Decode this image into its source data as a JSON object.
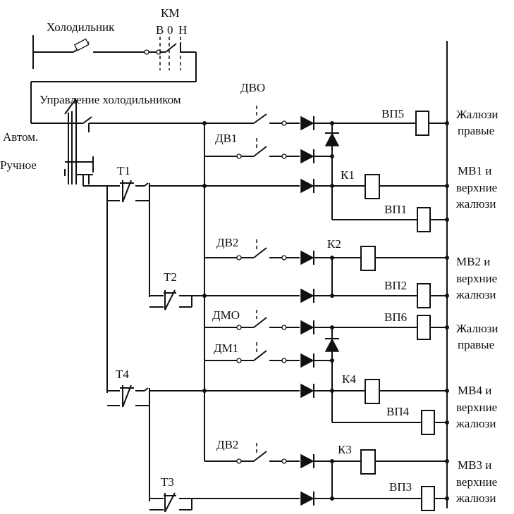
{
  "diagram": {
    "labels": {
      "fridge": "Холодильник",
      "km": "КМ",
      "km_b": "В",
      "km_0": "0",
      "km_h": "Н",
      "fridge_control": "Управление холодильником",
      "auto": "Автом.",
      "manual": "Ручное",
      "dvo": "ДВО",
      "dv1": "ДВ1",
      "dv2_top": "ДВ2",
      "dmo": "ДМО",
      "dm1": "ДМ1",
      "dv2_bottom": "ДВ2",
      "t1": "Т1",
      "t2": "Т2",
      "t3": "Т3",
      "t4": "Т4",
      "k1": "К1",
      "k2": "К2",
      "k3": "К3",
      "k4": "К4",
      "vp1": "ВП1",
      "vp2": "ВП2",
      "vp3": "ВП3",
      "vp4": "ВП4",
      "vp5": "ВП5",
      "vp6": "ВП6"
    },
    "outputs": {
      "out1_l1": "Жалюзи",
      "out1_l2": "правые",
      "out2_l1": "МВ1 и",
      "out2_l2": "верхние",
      "out2_l3": "жалюзи",
      "out3_l1": "МВ2 и",
      "out3_l2": "верхние",
      "out3_l3": "жалюзи",
      "out4_l1": "Жалюзи",
      "out4_l2": "правые",
      "out5_l1": "МВ4 и",
      "out5_l2": "верхние",
      "out5_l3": "жалюзи",
      "out6_l1": "МВ3 и",
      "out6_l2": "верхние",
      "out6_l3": "жалюзи"
    }
  }
}
